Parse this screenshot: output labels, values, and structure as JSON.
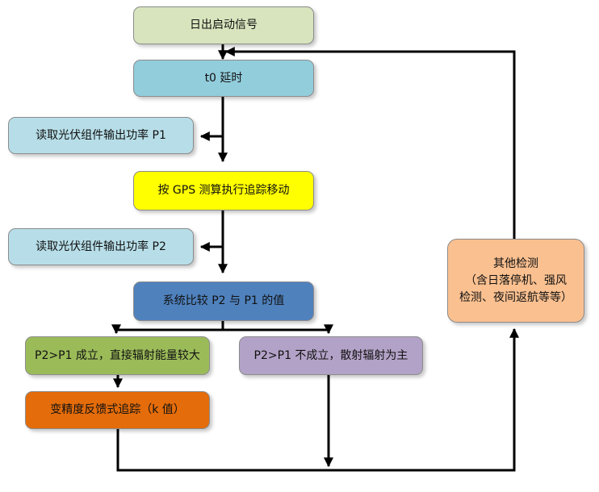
{
  "colors": {
    "green_light": "#d7e4bd",
    "cyan": "#92cddc",
    "cyan_light": "#b7dee8",
    "yellow": "#ffff00",
    "blue": "#4f81bd",
    "green": "#9bbb59",
    "purple": "#b3a2c7",
    "orange": "#e46c0a",
    "peach": "#fac090"
  },
  "nodes": {
    "sunrise": "日出启动信号",
    "delay": "t0 延时",
    "read_p1": "读取光伏组件输出功率 P1",
    "gps_track": "按 GPS 测算执行追踪移动",
    "read_p2": "读取光伏组件输出功率 P2",
    "compare": "系统比较 P2 与 P1 的值",
    "yes_branch": "P2>P1 成立，直接辐射能量较大",
    "no_branch": "P2>P1 不成立，散射辐射为主",
    "variable_track": "变精度反馈式追踪（k 值）",
    "other_check": {
      "title": "其他检测",
      "detail_line1": "（含日落停机、强风",
      "detail_line2": "检测、夜间返航等等）"
    }
  }
}
